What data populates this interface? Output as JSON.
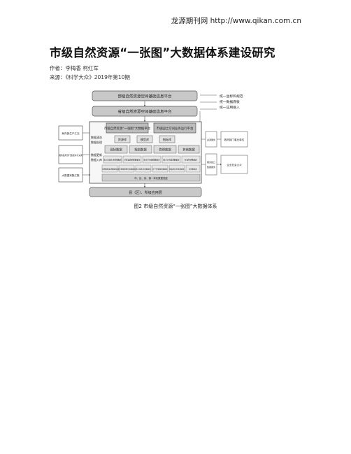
{
  "header": {
    "journal_site": "龙源期刊网 http://www.qikan.com.cn"
  },
  "article": {
    "title": "市级自然资源“一张图”大数据体系建设研究",
    "authors_line": "作者：李梅香 柯红军",
    "source_line": "来源：《科学大众》2019年第10期"
  },
  "figure": {
    "caption": "图2  市级自然资源“一张图”大数据体系",
    "top_platform": "部级自然资源空间基础信息平台",
    "province_platform": "省级自然资源空间基础信息平台",
    "standards": [
      "统一坐标和规范",
      "统一数据底板",
      "统一应用接入"
    ],
    "city_platform": "市级自然资源“一张图”大数据平台",
    "city_business_platform": "市级国土空间业务运行平台",
    "db_row": [
      "资源库",
      "模型库",
      "指标库"
    ],
    "left_sources": [
      "局内部生产汇交",
      "其他政府部门数据共享交换",
      "大数据采集汇集"
    ],
    "left_labels": [
      "数据清洗",
      "数据处理",
      "数据更新",
      "数据入库"
    ],
    "data_categories": [
      "现状数据",
      "规划数据",
      "管理数据",
      "其他数据"
    ],
    "sub_db_row1": [
      "第三次国土调查数据库",
      "卫星遥感影像数据库",
      "国土空间规划数据库",
      "国土空间监测数据库",
      "社会经济数据库"
    ],
    "sub_db_row2": [
      "地理国情监测数据库",
      "城市基础地理信息数据库",
      "永久基本农田数据库",
      "矿产资源规划数据库",
      "建设项目审批数据库",
      "其他数据库"
    ],
    "bottom_bar": "市、区、街、镇一体化数据底座",
    "county_layer": "县（区）、所级应用层",
    "right_labels": [
      "政府部门事业单位",
      "企业社会公众"
    ],
    "right_side_tags": [
      "资源服务",
      "服务接口",
      "数据服务"
    ]
  }
}
